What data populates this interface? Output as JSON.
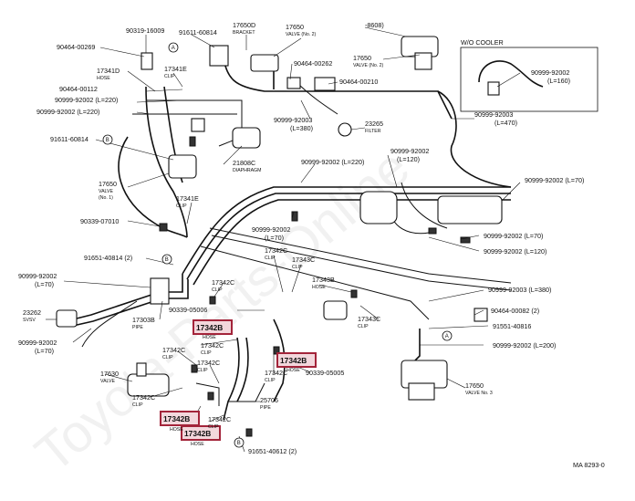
{
  "watermark": "Toyota-Parts-Online",
  "labels": {
    "l01": "90464-00269",
    "l02": "90319-16009",
    "l03": "91611-60814",
    "l04": "17650D",
    "l05": "BRACKET",
    "l06": "17650",
    "l07": "VALVE (No. 2)",
    "l08": "-8608)",
    "l09": "17650",
    "l10": "VALVE (No. 2)",
    "l11": "W/O COOLER",
    "l12": "90999-92002",
    "l13": "(L=160)",
    "l14": "17341D",
    "l15": "HOSE",
    "l16": "17341E",
    "l17": "CLIP",
    "l18": "90464-00112",
    "l19": "90999-92002 (L=220)",
    "l20": "90999-92002 (L=220)",
    "l21": "90464-00262",
    "l22": "90464-00210",
    "l23": "90999-92003",
    "l24": "(L=380)",
    "l25": "23265",
    "l26": "FILTER",
    "l27": "90999-92003",
    "l28": "(L=470)",
    "l29": "91611-60814",
    "l30": "21808C",
    "l31": "DIAPHRAGM",
    "l32": "90999-92002 (L=220)",
    "l33": "90999-92002",
    "l34": "(L=120)",
    "l35": "17650",
    "l36": "VALVE",
    "l37": "(No. 1)",
    "l38": "17341E",
    "l39": "CLIP",
    "l40": "90999-92002 (L=70)",
    "l41": "90339-07010",
    "l42": "90999-92002",
    "l43": "(L=70)",
    "l44": "90999-92002 (L=70)",
    "l45": "90999-92002 (L=120)",
    "l46": "91651-40814 (2)",
    "l47": "17342C",
    "l48": "CLIP",
    "l49": "17343C",
    "l50": "CLIP",
    "l51": "90999-92002",
    "l52": "(L=70)",
    "l53": "17342C",
    "l54": "CLIP",
    "l55": "17343B",
    "l56": "HOSE",
    "l57": "90999-92003 (L=380)",
    "l58": "90339-05006",
    "l59": "23262",
    "l60": "SVSV",
    "l61": "17303B",
    "l62": "PIPE",
    "l63": "17342B",
    "l64": "HOSE",
    "l65": "17342C",
    "l66": "CLIP",
    "l67": "17343C",
    "l68": "CLIP",
    "l69": "90464-00082 (2)",
    "l70": "91551-40816",
    "l71": "90999-92002",
    "l72": "(L=70)",
    "l73": "17342C",
    "l74": "CLIP",
    "l75": "17342B",
    "l76": "HOSE",
    "l77": "90999-92002 (L=200)",
    "l78": "17342C",
    "l79": "CLIP",
    "l80": "17342C",
    "l81": "CLIP",
    "l82": "90339-05005",
    "l83": "17630",
    "l84": "VALVE",
    "l85": "17342C",
    "l86": "CLIP",
    "l87": "25706",
    "l88": "PIPE",
    "l89": "17650",
    "l90": "VALVE No. 3",
    "l91": "17342B",
    "l92": "HOSE",
    "l93": "17342C",
    "l94": "CLIP",
    "l95": "17342B",
    "l96": "HOSE",
    "l97": "91651-40612 (2)",
    "l98": "MA 8293-0"
  },
  "markers": {
    "m1": "A",
    "m2": "B",
    "m3": "B",
    "m4": "A",
    "m5": "B"
  }
}
